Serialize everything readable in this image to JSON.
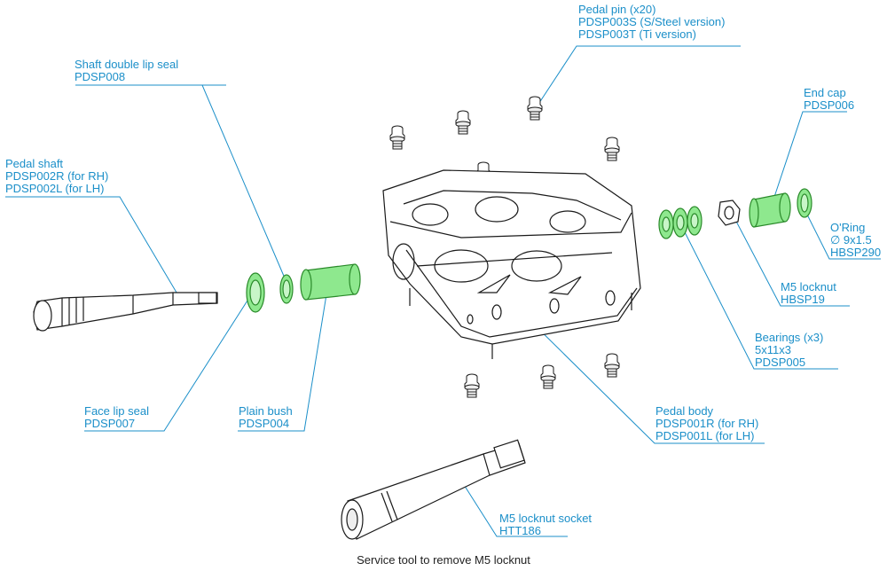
{
  "title": "",
  "caption": "Service tool to remove M5 locknut",
  "colors": {
    "label": "#1b8fc9",
    "highlight": "#8ee88e",
    "line": "#1a1a1a"
  },
  "callouts": {
    "pedal_pin": [
      "Pedal pin (x20)",
      "PDSP003S (S/Steel version)",
      "PDSP003T (Ti version)"
    ],
    "shaft_seal": [
      "Shaft double lip seal",
      "PDSP008"
    ],
    "pedal_shaft": [
      "Pedal shaft",
      "PDSP002R (for RH)",
      "PDSP002L (for LH)"
    ],
    "end_cap": [
      "End cap",
      "PDSP006"
    ],
    "oring": [
      "O'Ring",
      "∅ 9x1.5",
      "HBSP290"
    ],
    "locknut": [
      "M5 locknut",
      "HBSP19"
    ],
    "bearings": [
      "Bearings (x3)",
      "5x11x3",
      "PDSP005"
    ],
    "face_seal": [
      "Face lip seal",
      "PDSP007"
    ],
    "plain_bush": [
      "Plain bush",
      "PDSP004"
    ],
    "pedal_body": [
      "Pedal body",
      "PDSP001R (for RH)",
      "PDSP001L (for LH)"
    ],
    "socket": [
      "M5 locknut socket",
      "HTT186"
    ]
  }
}
